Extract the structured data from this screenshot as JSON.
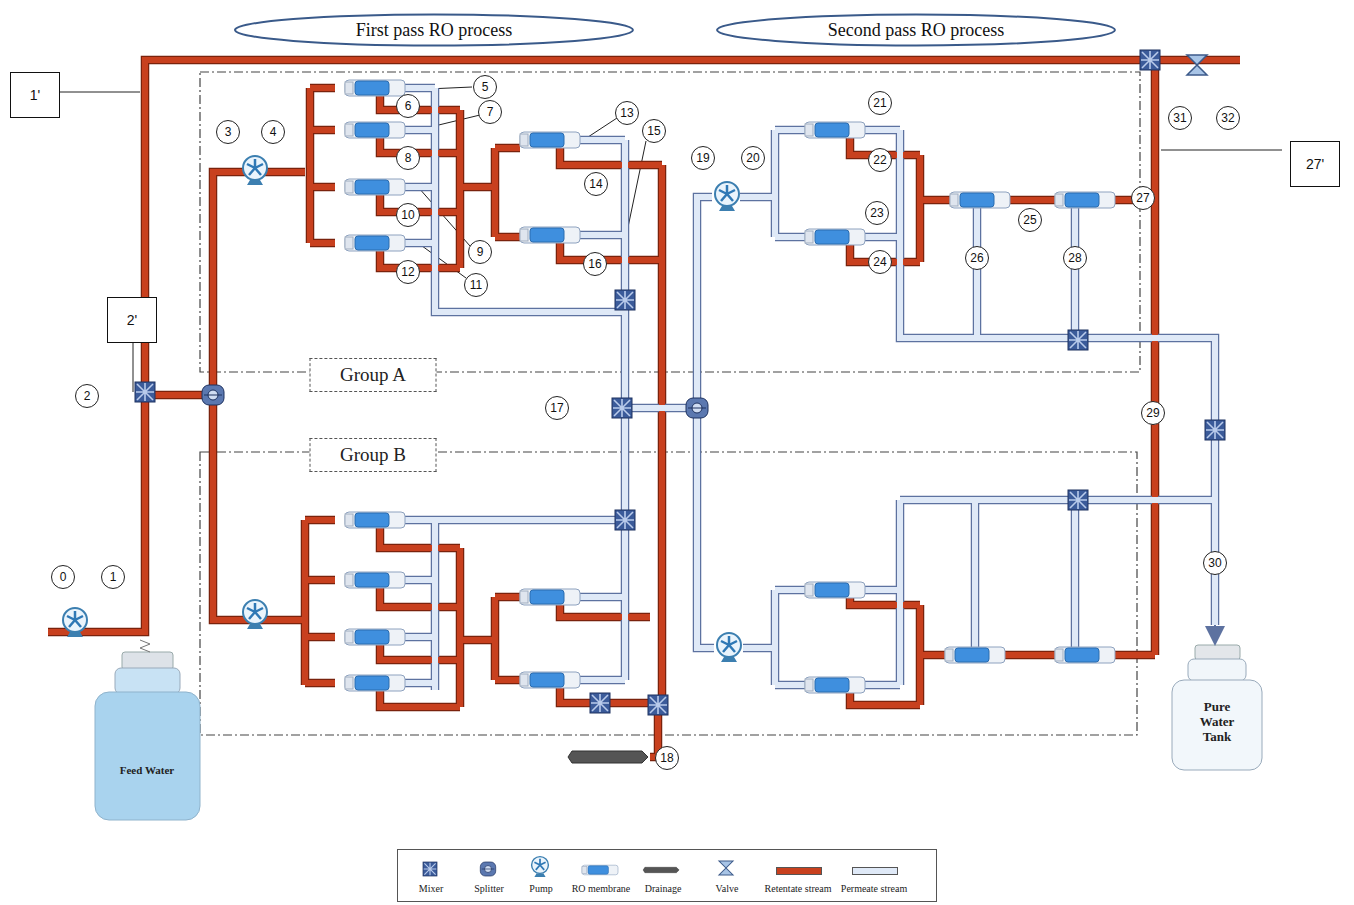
{
  "diagram": {
    "nodes": [
      {
        "text": [
          "First pass RO process"
        ]
      },
      {
        "text": [
          "Second pass RO process"
        ]
      },
      {
        "text": [
          "Group A"
        ]
      },
      {
        "text": [
          "Group B"
        ]
      },
      {
        "text": [
          "Feed Water"
        ]
      },
      {
        "text": [
          "Pure Water Tank"
        ]
      },
      {
        "text": [
          "1'"
        ]
      },
      {
        "text": [
          "2'"
        ]
      },
      {
        "text": [
          "27'"
        ]
      }
    ],
    "labels": [
      "0",
      "1",
      "2",
      "3",
      "4",
      "5",
      "6",
      "7",
      "8",
      "9",
      "10",
      "11",
      "12",
      "13",
      "14",
      "15",
      "16",
      "17",
      "18",
      "19",
      "20",
      "21",
      "22",
      "23",
      "24",
      "25",
      "26",
      "27",
      "28",
      "29",
      "30",
      "31",
      "32"
    ],
    "legend": [
      {
        "text": "Mixer"
      },
      {
        "text": "Splitter"
      },
      {
        "text": "Pump"
      },
      {
        "text": "RO membrane"
      },
      {
        "text": "Drainage"
      },
      {
        "text": "Valve"
      },
      {
        "text": "Retentate stream",
        "color": "#c8401e"
      },
      {
        "text": "Permeate stream",
        "color": "#dfe9f7"
      }
    ]
  }
}
